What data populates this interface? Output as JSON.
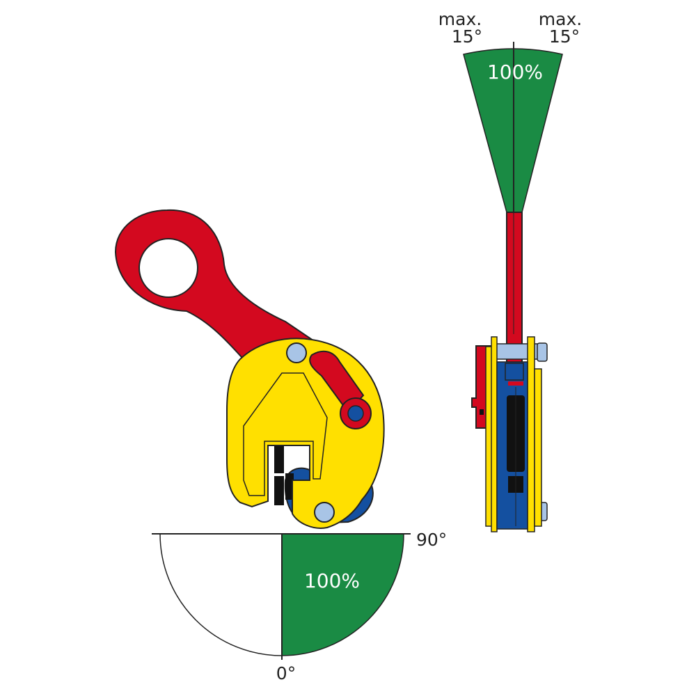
{
  "colors": {
    "green": "#1a8b44",
    "red": "#d3091f",
    "yellow": "#ffe000",
    "blue": "#1450a0",
    "light_blue": "#a8c4e6",
    "outline": "#222222",
    "black": "#111111"
  },
  "side_view": {
    "green_sector_label": "100%",
    "angle_0_label": "0°",
    "angle_90_label": "90°"
  },
  "front_view": {
    "green_wedge_label": "100%",
    "left_limit": {
      "line1": "max.",
      "line2": "15°"
    },
    "right_limit": {
      "line1": "max.",
      "line2": "15°"
    }
  }
}
